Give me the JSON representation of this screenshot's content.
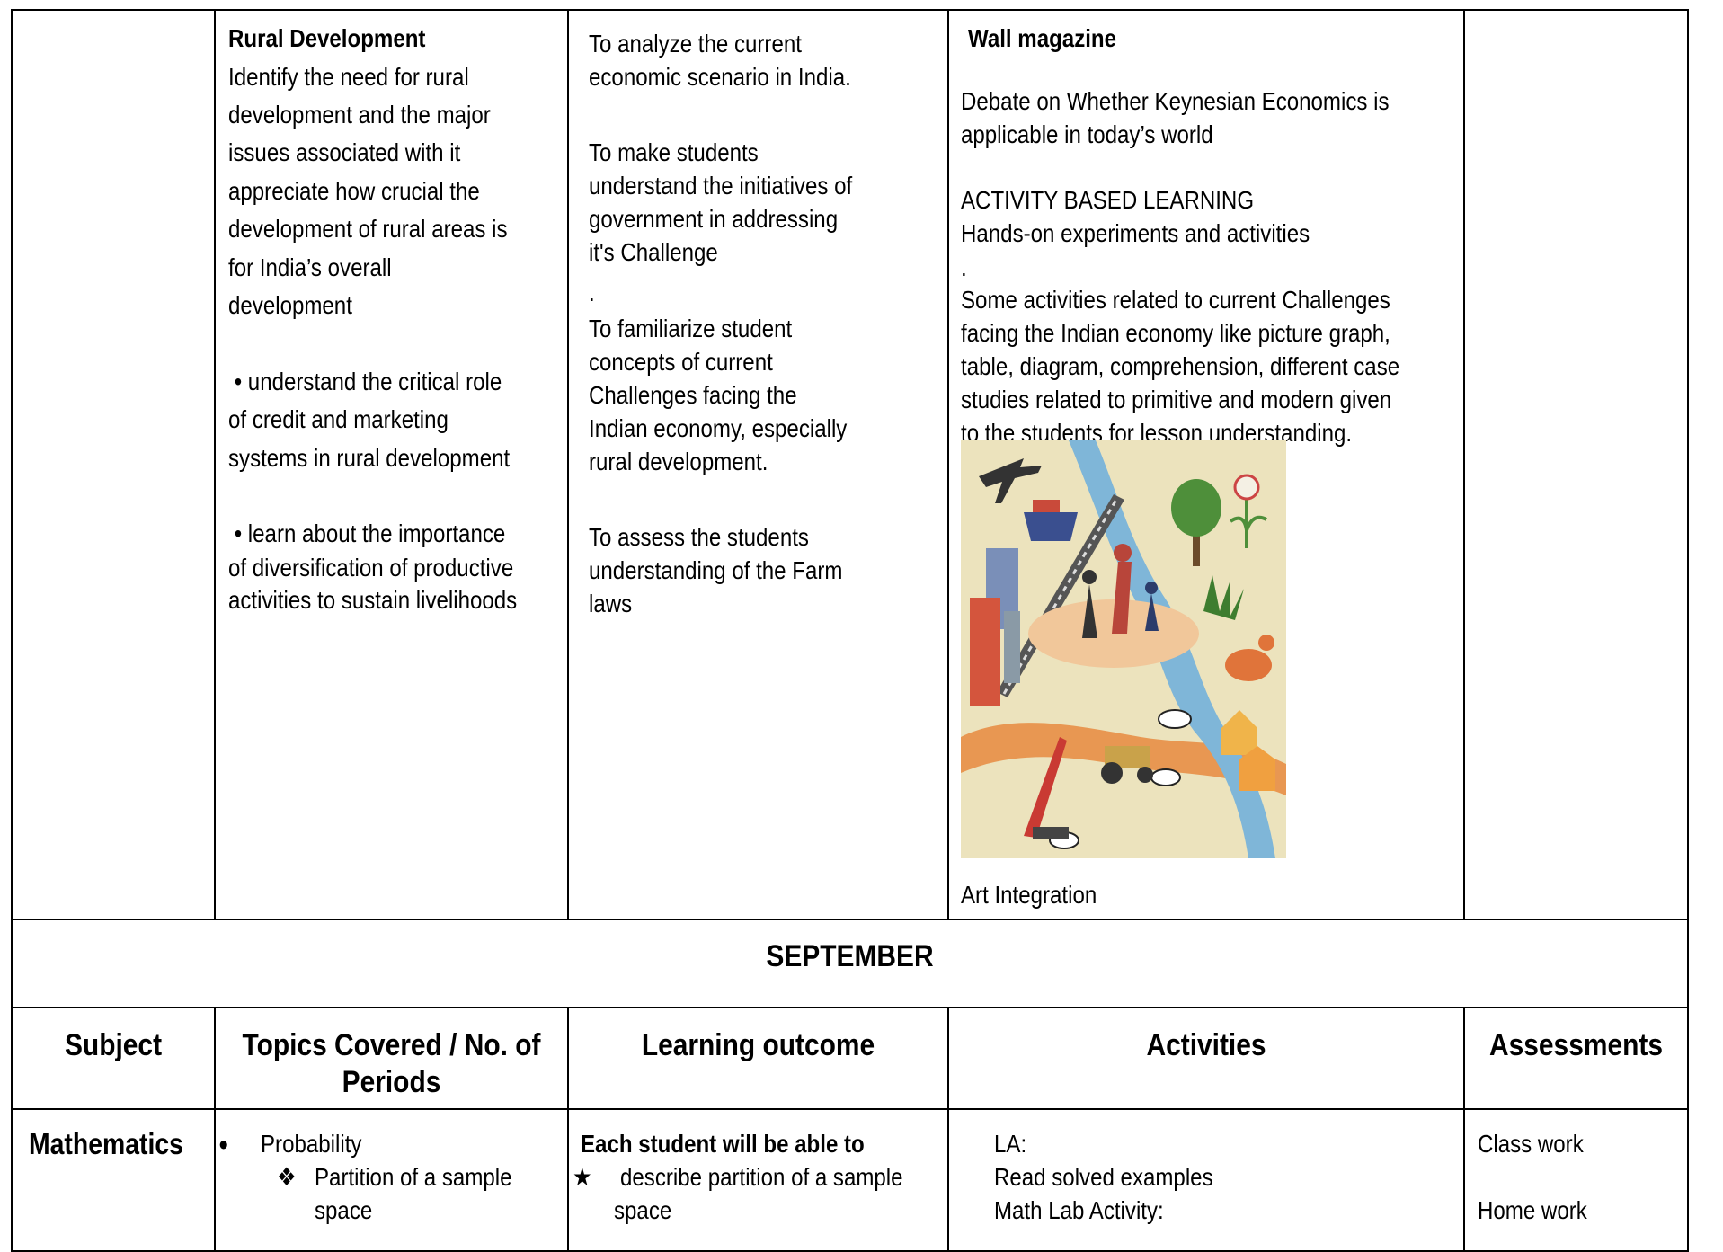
{
  "top_row": {
    "topics": {
      "title": "Rural Development",
      "lines": [
        "Identify the need for rural",
        "development and the major",
        "issues associated with it",
        "appreciate how crucial the",
        "development of rural areas is",
        "for India’s overall",
        "development"
      ],
      "bullet1": [
        " • understand the critical role",
        "of credit and marketing",
        "systems in rural development"
      ],
      "bullet2": [
        " • learn about the importance",
        "of diversification of productive",
        "activities to sustain livelihoods"
      ]
    },
    "outcome": {
      "p1": [
        "To analyze the current",
        "economic scenario in India."
      ],
      "p2": [
        "To make students",
        "understand the initiatives of",
        "government in addressing",
        "it's Challenge"
      ],
      "dot": ".",
      "p3": [
        "To familiarize student",
        "concepts of current",
        "Challenges facing the",
        "Indian economy, especially",
        "rural development."
      ],
      "p4": [
        "To assess the students",
        "understanding of the Farm",
        "laws"
      ]
    },
    "activities": {
      "title": "Wall magazine",
      "debate": [
        "Debate on Whether Keynesian Economics is",
        "applicable in today’s world"
      ],
      "abl": [
        "ACTIVITY BASED LEARNING",
        "Hands-on experiments and activities"
      ],
      "dot": ".",
      "some": [
        "Some activities related to current Challenges",
        "facing the Indian economy like picture graph,",
        "table, diagram, comprehension, different case",
        "studies related to primitive and modern given",
        "to the students for lesson understanding."
      ],
      "caption": "Art Integration"
    }
  },
  "month": "SEPTEMBER",
  "headers": {
    "subject": "Subject",
    "topics": [
      "Topics Covered / No. of",
      "Periods"
    ],
    "outcome": "Learning outcome",
    "activities": "Activities",
    "assessments": "Assessments"
  },
  "math_row": {
    "subject": "Mathematics",
    "topic_bullet": "●",
    "topic": "Probability",
    "sub_bullet": "❖",
    "sub_topic": [
      "Partition of a sample",
      "space"
    ],
    "outcome_title": "Each student will be able to",
    "outcome_star": "★",
    "outcome_item": [
      "describe partition of a sample",
      "space"
    ],
    "activities": [
      "LA:",
      "Read solved examples",
      "Math Lab Activity:"
    ],
    "assess": [
      "Class work",
      "Home work"
    ]
  }
}
